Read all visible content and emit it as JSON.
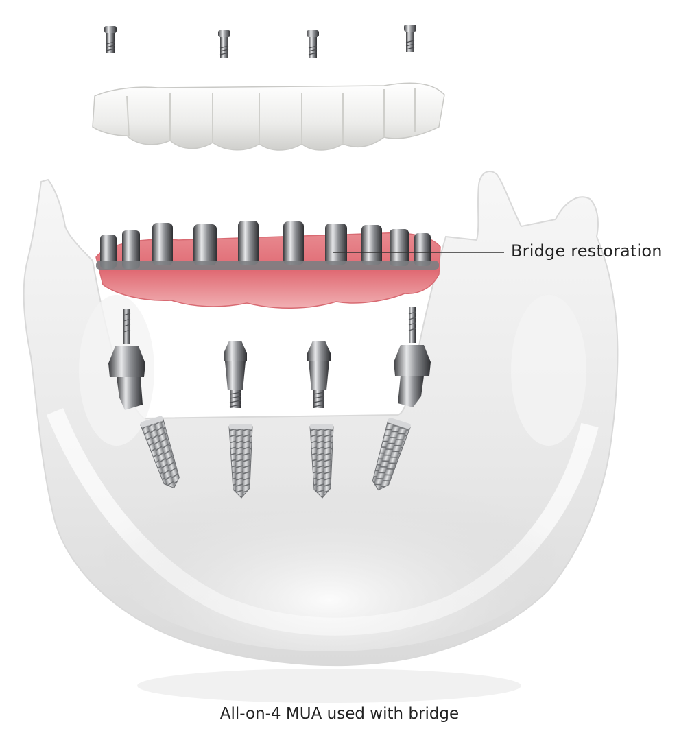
{
  "callout": {
    "label": "Bridge restoration"
  },
  "caption": "All-on-4 MUA used with bridge",
  "colors": {
    "gum": "#e2727a",
    "metal": "#9a9ca0",
    "tooth": "#f2f2ef",
    "bone": "#ececec",
    "text": "#222222"
  },
  "components": {
    "screws": 4,
    "abutments": 4,
    "implants": 4
  }
}
